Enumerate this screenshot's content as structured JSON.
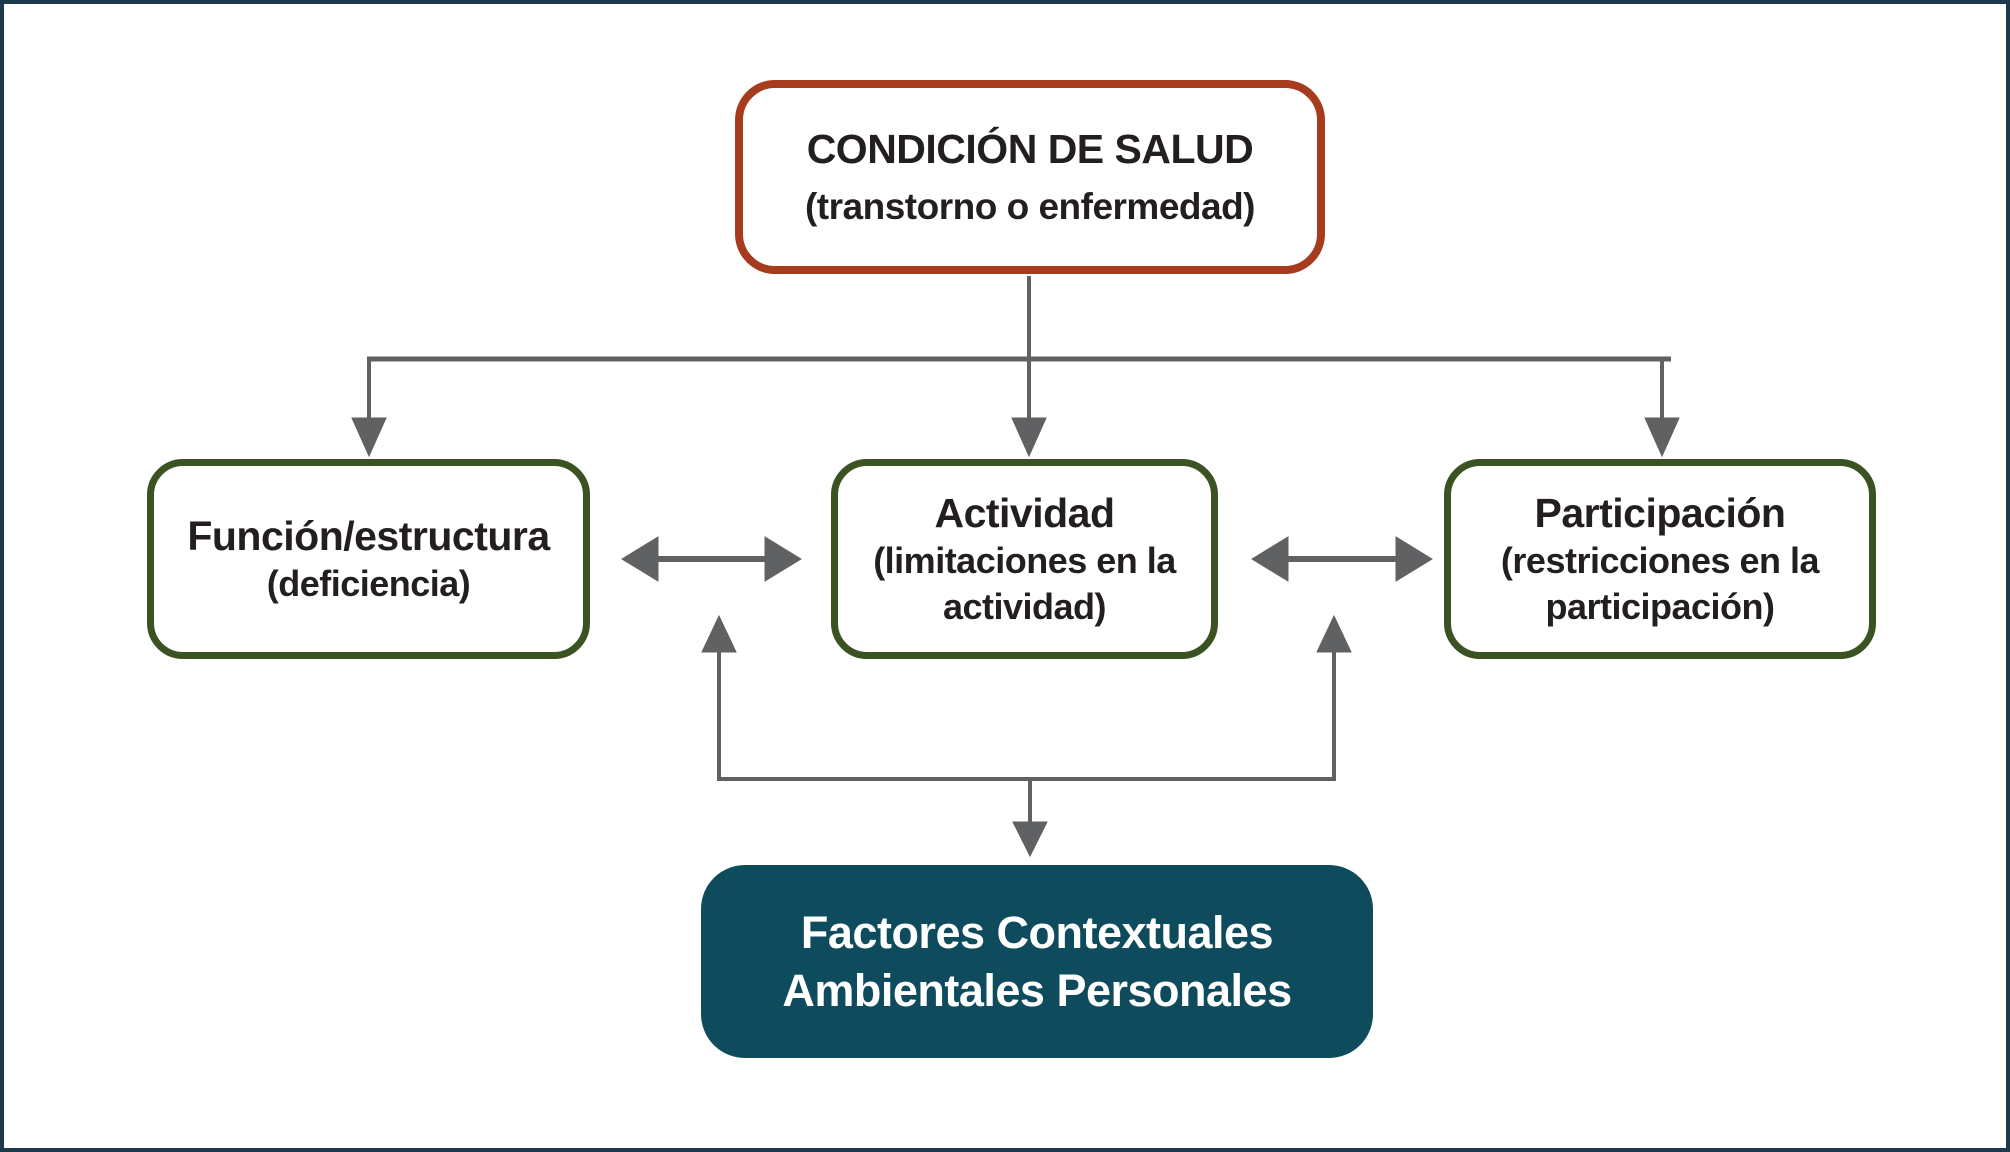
{
  "diagram": {
    "health_box": {
      "title": "CONDICIÓN DE SALUD",
      "subtitle": "(transtorno o enfermedad)"
    },
    "middle_row": [
      {
        "title": "Función/estructura",
        "subtitle": "(deficiencia)"
      },
      {
        "title": "Actividad",
        "subtitle": "(limitaciones en la actividad)"
      },
      {
        "title": "Participación",
        "subtitle": "(restricciones en la participación)"
      }
    ],
    "context_box": {
      "line1": "Factores Contextuales",
      "line2": "Ambientales Personales"
    },
    "colors": {
      "frame_border": "#1c3a4b",
      "health_box_border": "#a73b1d",
      "level_box_border": "#3b5323",
      "context_box_fill": "#0e4b5c",
      "context_box_text": "#ffffff",
      "arrow": "#606163",
      "text": "#231f20"
    }
  }
}
